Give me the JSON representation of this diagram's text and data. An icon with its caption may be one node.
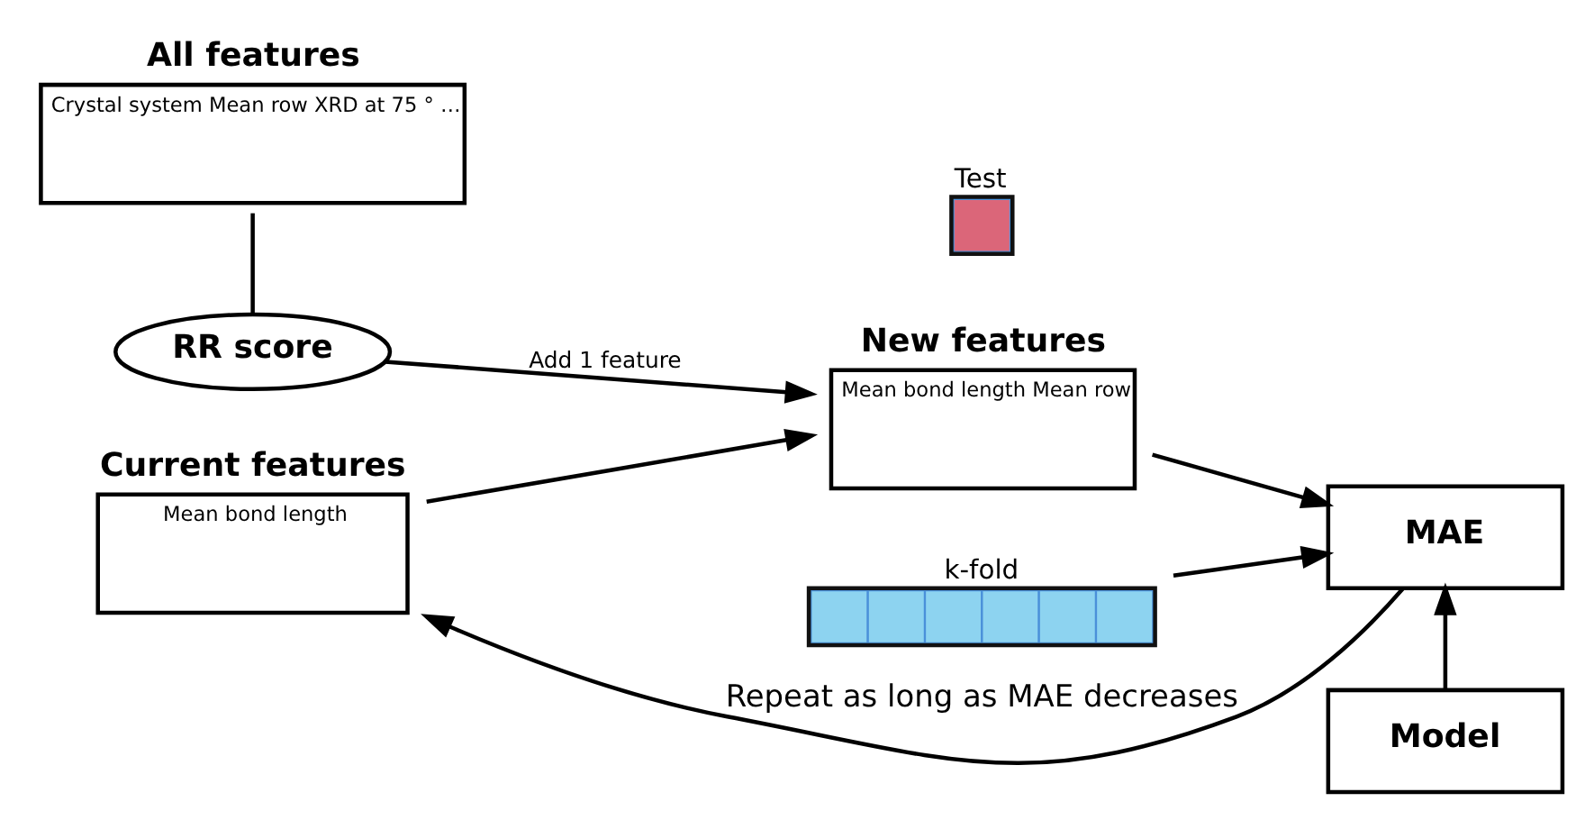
{
  "diagram": {
    "nodes": [
      {
        "text": [
          "All features",
          "Crystal system Mean row XRD at 75 ° …"
        ]
      },
      {
        "text": [
          "RR score"
        ]
      },
      {
        "text": [
          "Current features",
          "Mean bond length"
        ]
      },
      {
        "text": [
          "New features",
          "Mean bond length Mean row"
        ]
      },
      {
        "text": [
          "k-fold"
        ]
      },
      {
        "text": [
          "Test"
        ]
      },
      {
        "text": [
          "MAE"
        ]
      },
      {
        "text": [
          "Model"
        ]
      }
    ],
    "edges": [
      {
        "from": 0,
        "to": 1,
        "arrow": "none"
      },
      {
        "from": 1,
        "to": 3,
        "arrow": "to",
        "label": "Add 1 feature"
      },
      {
        "from": 2,
        "to": 3,
        "arrow": "to"
      },
      {
        "from": 3,
        "to": 6,
        "arrow": "to"
      },
      {
        "from": 4,
        "to": 6,
        "arrow": "to"
      },
      {
        "from": 7,
        "to": 6,
        "arrow": "to"
      },
      {
        "from": 6,
        "to": 2,
        "arrow": "to",
        "label": "Repeat as long as MAE decreases"
      }
    ]
  }
}
